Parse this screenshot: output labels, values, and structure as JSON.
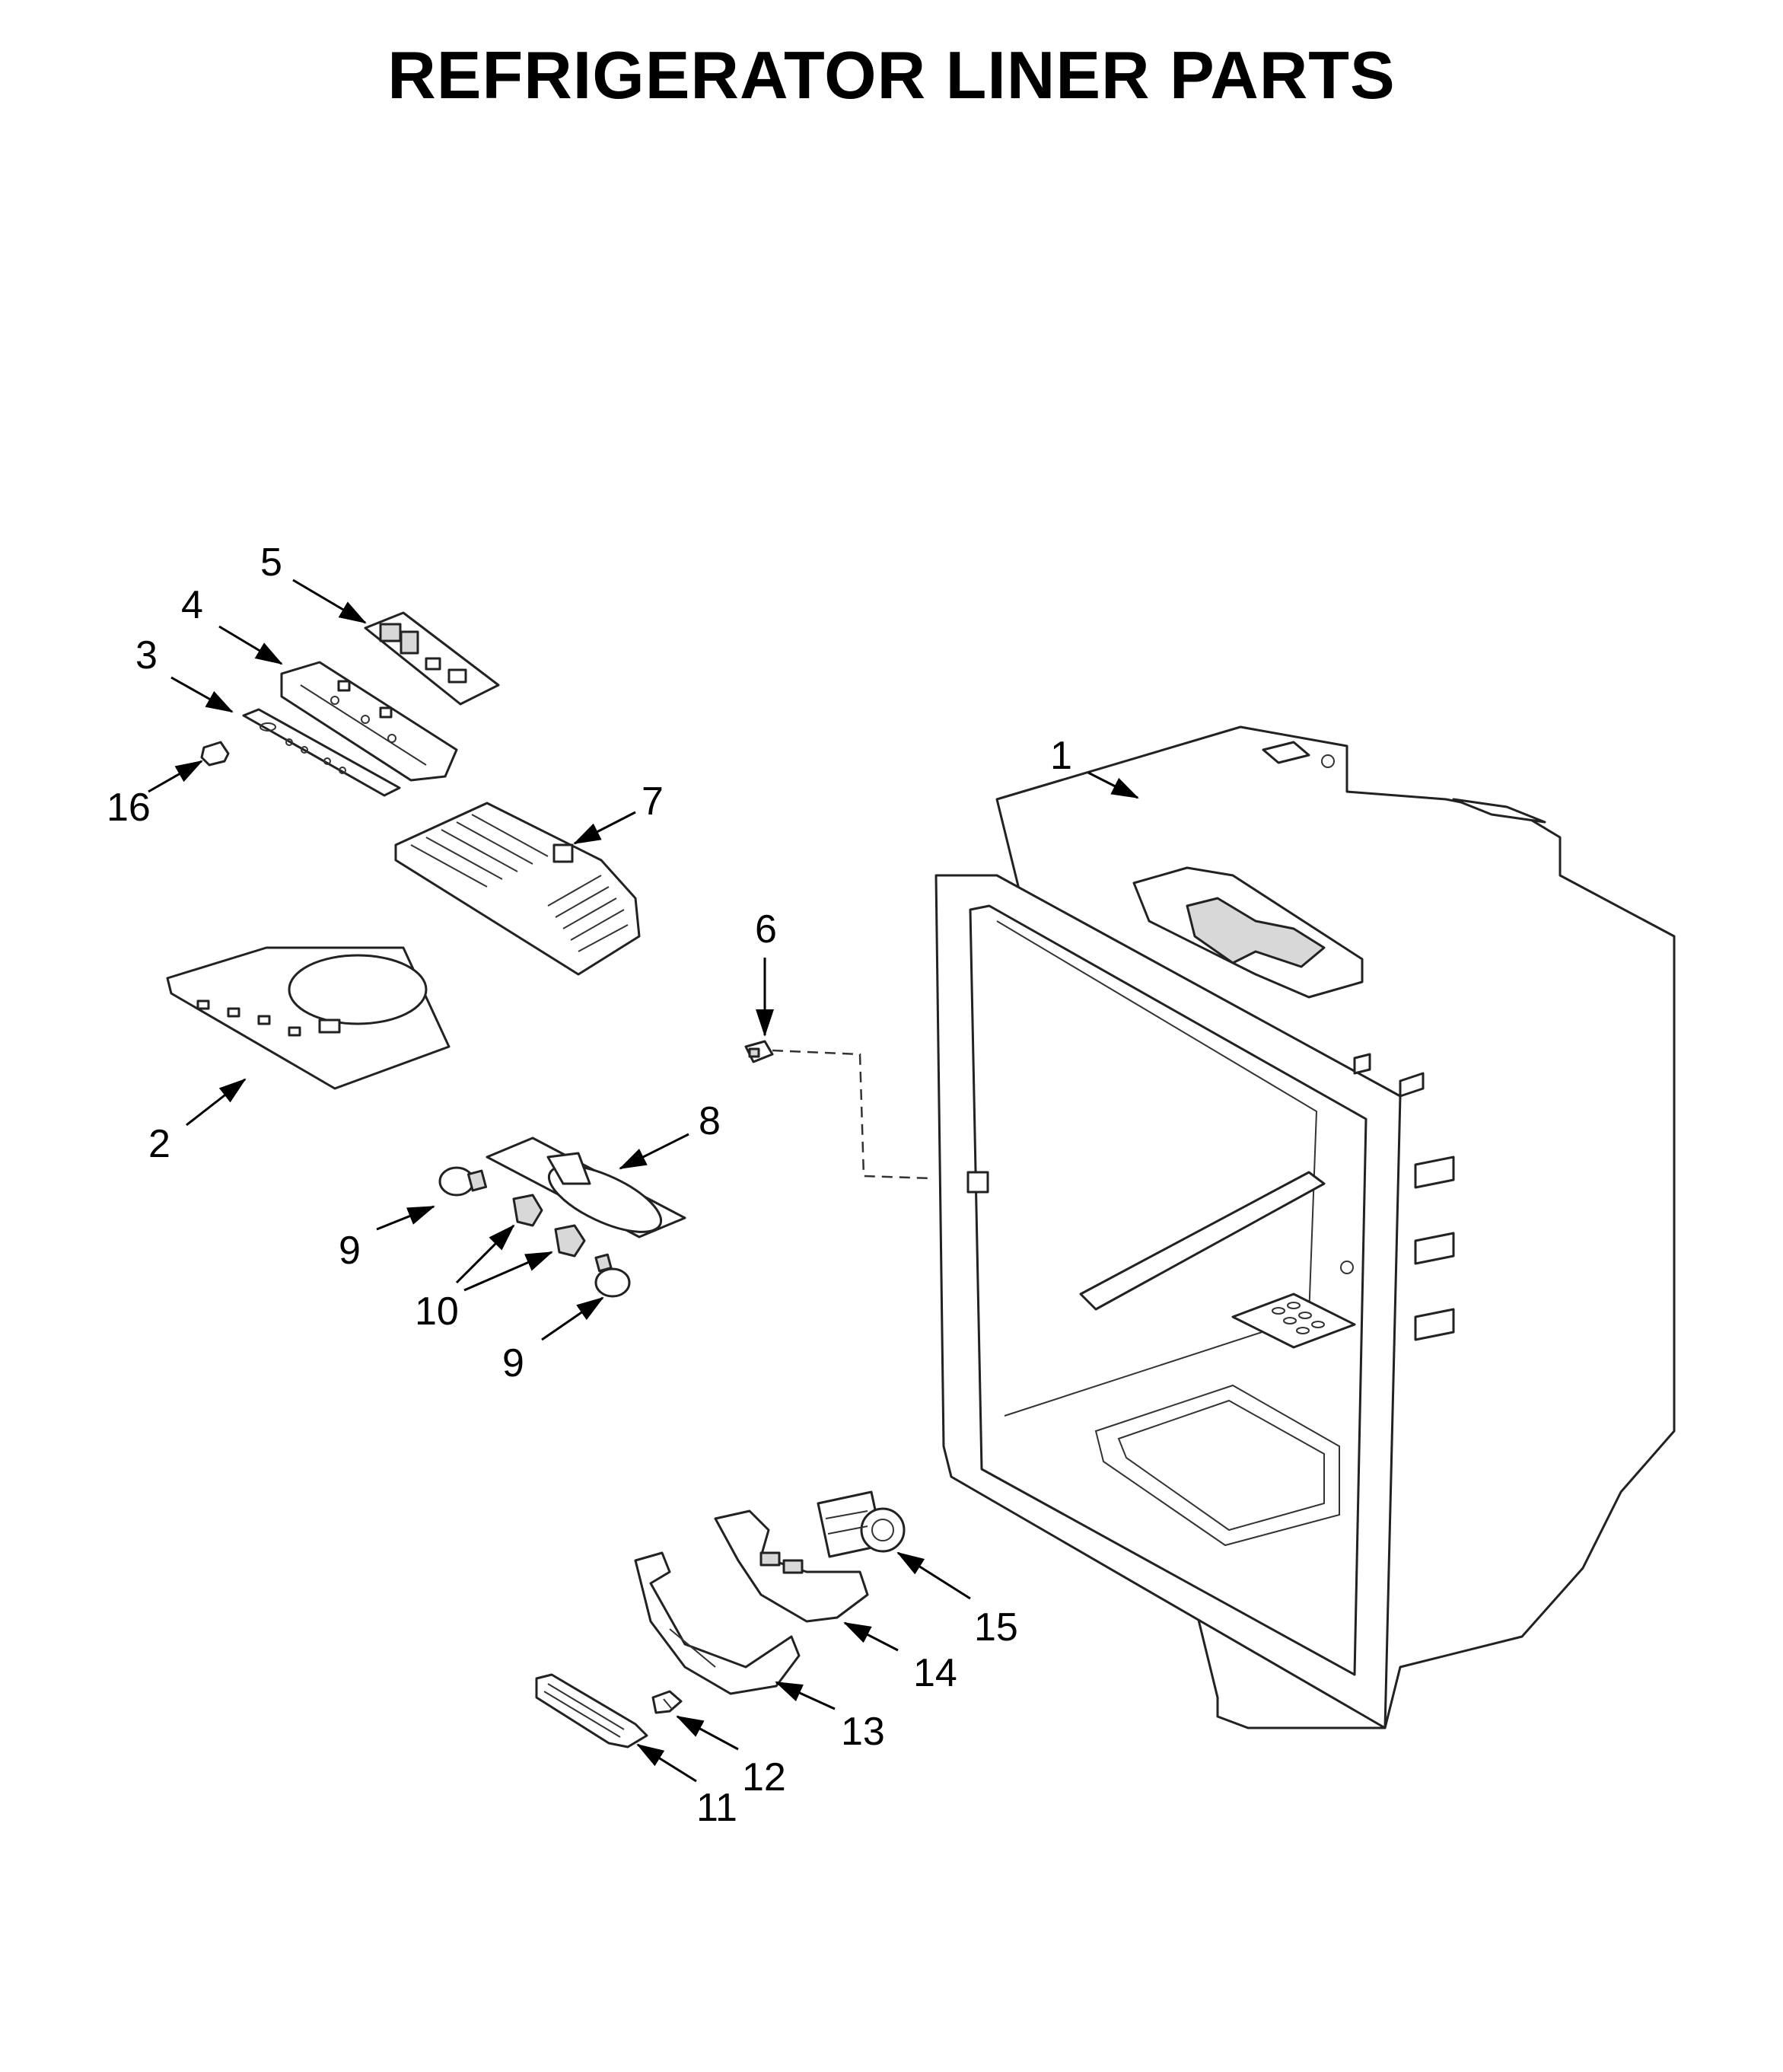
{
  "title": "REFRIGERATOR LINER PARTS",
  "callouts": [
    "1",
    "2",
    "3",
    "4",
    "5",
    "6",
    "7",
    "8",
    "9",
    "10",
    "9",
    "11",
    "12",
    "13",
    "14",
    "15",
    "16"
  ],
  "colors": {
    "line": "#000000",
    "background": "#ffffff",
    "shade": "#d8d8d8"
  }
}
